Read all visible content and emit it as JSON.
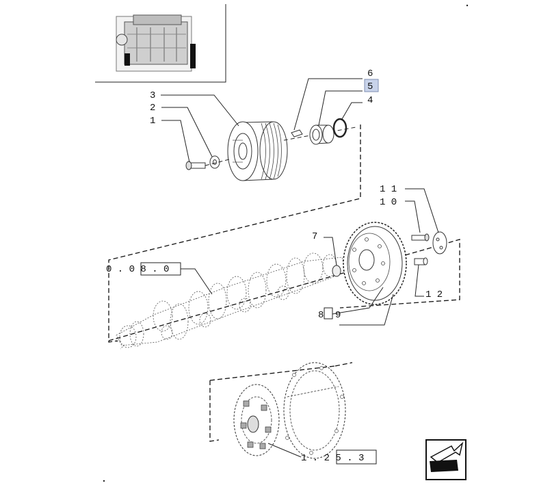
{
  "callouts": {
    "c1": "1",
    "c2": "2",
    "c3": "3",
    "c4": "4",
    "c5": "5",
    "c6": "6",
    "c7": "7",
    "c8": "8",
    "c9": "9",
    "c10": "1 0",
    "c11": "1 1",
    "c12": "1 2"
  },
  "refs": {
    "crankshaft": "0 . 0 8 . 0",
    "clutch": "1 . 2 5 . 3"
  },
  "highlight_color": "#c8d3ea",
  "nav_icon": "next-page-arrow-icon"
}
